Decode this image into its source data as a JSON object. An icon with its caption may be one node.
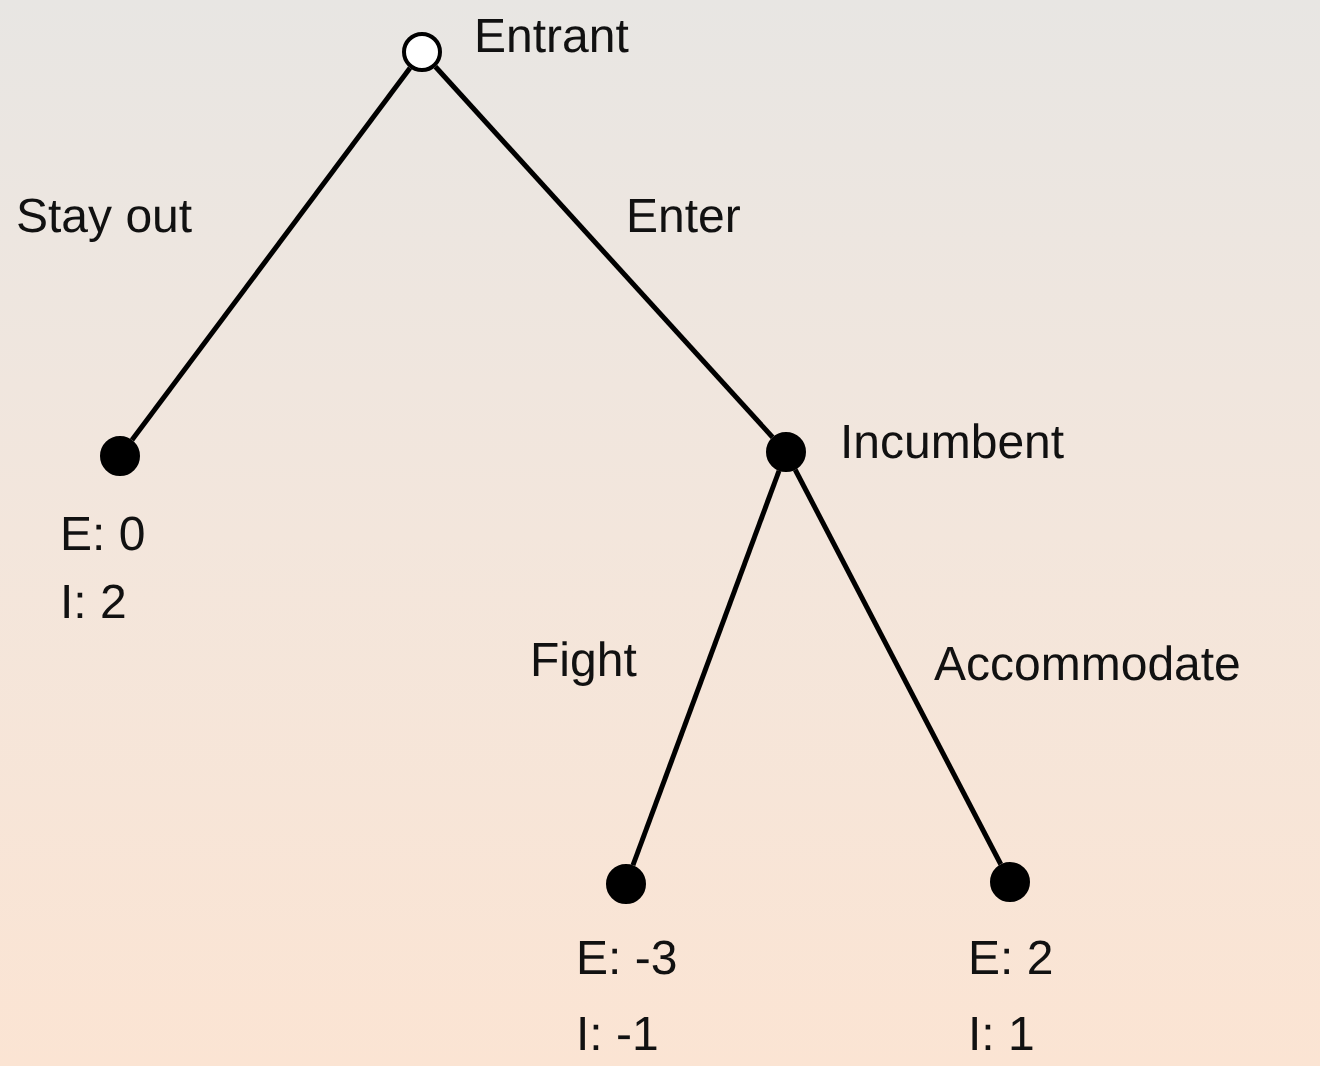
{
  "diagram": {
    "nodes": [
      {
        "text": [],
        "shape": "circle",
        "beside": [
          "Entrant"
        ]
      },
      {
        "text": [],
        "shape": "circle",
        "beside": [
          "E: 0",
          "I: 2"
        ]
      },
      {
        "text": [],
        "shape": "circle",
        "beside": [
          "Incumbent"
        ]
      },
      {
        "text": [],
        "shape": "circle",
        "beside": [
          "E: -3",
          "I: -1"
        ]
      },
      {
        "text": [],
        "shape": "circle",
        "beside": [
          "E: 2",
          "I: 1"
        ]
      }
    ],
    "edges": [
      {
        "from": 0,
        "to": 1,
        "arrow": "none",
        "label": "Stay out"
      },
      {
        "from": 0,
        "to": 2,
        "arrow": "none",
        "label": "Enter"
      },
      {
        "from": 2,
        "to": 3,
        "arrow": "none",
        "label": "Fight"
      },
      {
        "from": 2,
        "to": 4,
        "arrow": "none",
        "label": "Accommodate"
      }
    ]
  }
}
